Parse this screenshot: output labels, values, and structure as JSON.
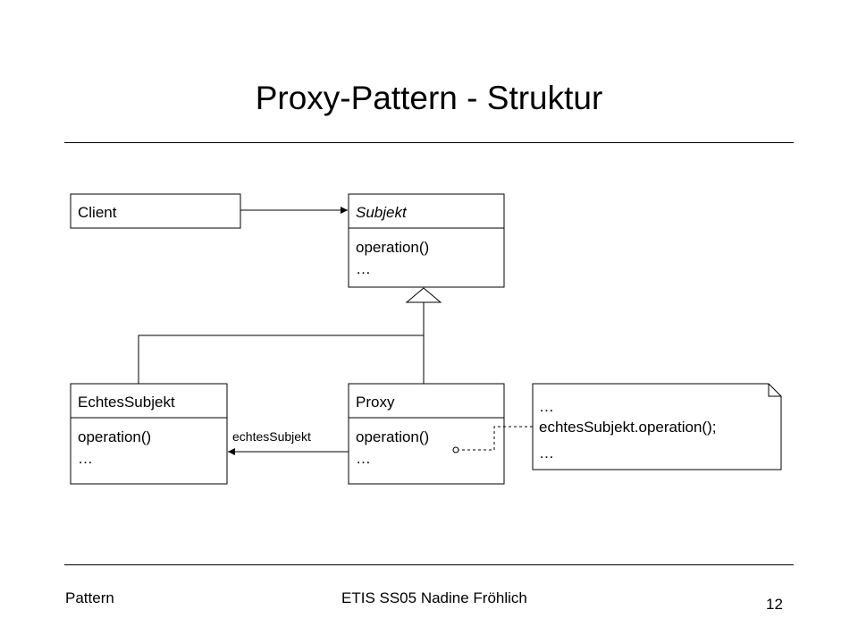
{
  "slide": {
    "title": "Proxy-Pattern - Struktur",
    "footer_left": "Pattern",
    "footer_center": "ETIS SS05 Nadine Fröhlich",
    "page_number": "12"
  },
  "diagram": {
    "client": {
      "name": "Client"
    },
    "subjekt": {
      "name": "Subjekt",
      "ops": [
        "operation()",
        "…"
      ]
    },
    "echtes_subjekt": {
      "name": "EchtesSubjekt",
      "ops": [
        "operation()",
        "…"
      ]
    },
    "proxy": {
      "name": "Proxy",
      "ops": [
        "operation()",
        "…"
      ]
    },
    "association_label": "echtesSubjekt",
    "note_lines": [
      "…",
      "echtesSubjekt.operation();",
      "…"
    ]
  }
}
